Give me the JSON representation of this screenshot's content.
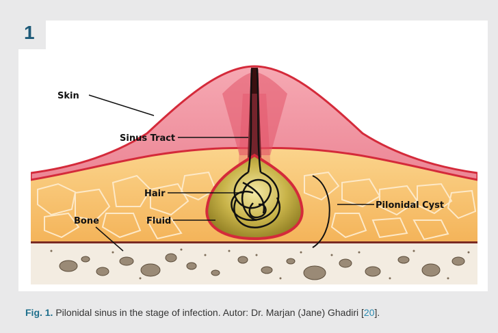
{
  "figure": {
    "badge_number": "1",
    "caption": {
      "fig_label": "Fig. 1.",
      "text_before_ref": " Pilonidal sinus in the stage of infection. Autor: Dr. Marjan (Jane) Ghadiri [",
      "ref_number": "20",
      "text_after_ref": "]."
    },
    "labels": {
      "skin": "Skin",
      "sinus_tract": "Sinus Tract",
      "hair": "Hair",
      "fluid": "Fluid",
      "bone": "Bone",
      "pilonidal_cyst": "Pilonidal Cyst"
    },
    "colors": {
      "skin": "#e87b88",
      "skin_outline": "#d42a3a",
      "fat": "#f8c876",
      "fat_cells": "#fde9c8",
      "cyst": "#b6a33e",
      "bone": "#f2ebdf",
      "accent": "#1e6f8c"
    }
  }
}
